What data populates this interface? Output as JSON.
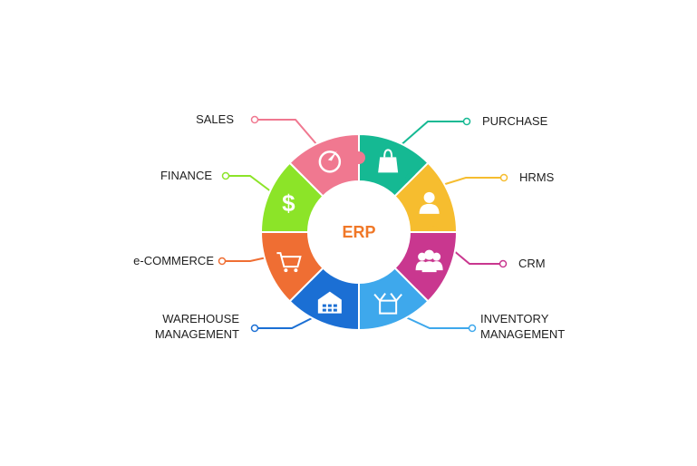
{
  "center": {
    "label": "ERP",
    "color": "#f07828"
  },
  "modules": [
    {
      "id": "purchase",
      "lines": [
        "PURCHASE"
      ],
      "color": "#15b993",
      "icon": "shopping-bag-icon"
    },
    {
      "id": "hrms",
      "lines": [
        "HRMS"
      ],
      "color": "#f6bd2f",
      "icon": "person-icon"
    },
    {
      "id": "crm",
      "lines": [
        "CRM"
      ],
      "color": "#c9378f",
      "icon": "people-group-icon"
    },
    {
      "id": "inventory",
      "lines": [
        "INVENTORY",
        "MANAGEMENT"
      ],
      "color": "#3ea8ec",
      "icon": "open-box-icon"
    },
    {
      "id": "warehouse",
      "lines": [
        "WAREHOUSE",
        "MANAGEMENT"
      ],
      "color": "#1b6fd4",
      "icon": "warehouse-icon"
    },
    {
      "id": "ecommerce",
      "lines": [
        "e-COMMERCE"
      ],
      "color": "#ef6e33",
      "icon": "shopping-cart-icon"
    },
    {
      "id": "finance",
      "lines": [
        "FINANCE"
      ],
      "color": "#8ce428",
      "icon": "dollar-icon"
    },
    {
      "id": "sales",
      "lines": [
        "SALES"
      ],
      "color": "#f07890",
      "icon": "sales-chart-icon"
    }
  ]
}
